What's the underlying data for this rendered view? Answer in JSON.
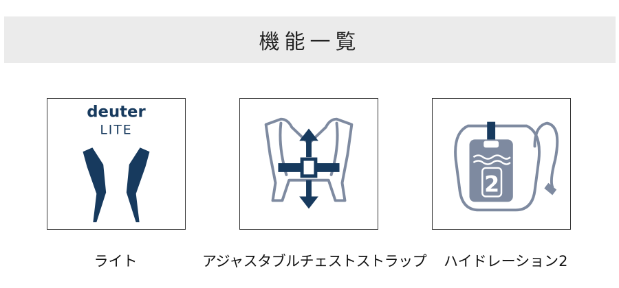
{
  "header": {
    "title": "機能一覧"
  },
  "features": [
    {
      "caption": "ライト",
      "icon": "deuter-lite-icon",
      "logo_brand": "deuter",
      "logo_sub": "LITE"
    },
    {
      "caption": "アジャスタブルチェストストラップ",
      "icon": "adjustable-chest-strap-icon"
    },
    {
      "caption": "ハイドレーション2",
      "icon": "hydration-bladder-icon",
      "badge_number": "2"
    }
  ],
  "colors": {
    "navy": "#173a5e",
    "slate": "#7e8aa0",
    "header_bg": "#ebebeb"
  }
}
